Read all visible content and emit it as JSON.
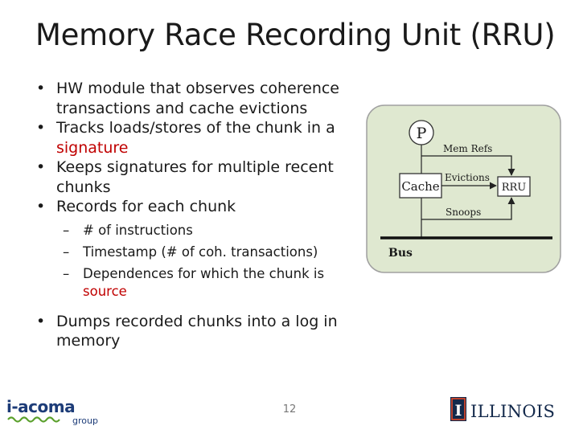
{
  "slide": {
    "title": "Memory Race Recording Unit (RRU)",
    "page_number": "12"
  },
  "bullets": [
    {
      "line1": "HW module that observes coherence",
      "line2": "transactions and cache evictions"
    },
    {
      "line1": "Tracks loads/stores of the chunk in a",
      "line2_red": "signature"
    },
    {
      "line1": "Keeps signatures for multiple recent",
      "line2": "chunks"
    },
    {
      "line1": "Records for each chunk"
    },
    {
      "line1": "Dumps recorded chunks into a log in",
      "line2": "memory"
    }
  ],
  "sub_bullets": [
    {
      "text": "# of instructions"
    },
    {
      "text": "Timestamp (# of coh. transactions)"
    },
    {
      "line1": "Dependences for which the chunk is",
      "line2_red": "source"
    }
  ],
  "diagram": {
    "processor": "P",
    "cache": "Cache",
    "rru": "RRU",
    "mem_refs": "Mem Refs",
    "evictions": "Evictions",
    "snoops": "Snoops",
    "bus": "Bus"
  },
  "logos": {
    "left_main": "i-acoma",
    "left_sub": "group",
    "right": "ILLINOIS",
    "right_mark": "I"
  },
  "colors": {
    "diagram_fill": "#dfe8d0",
    "diagram_border": "#a0a0a0",
    "accent_red": "#c00000",
    "acoma_green": "#5aa02c",
    "acoma_blue": "#1d3c78",
    "illinois_navy": "#13294b",
    "illinois_orange": "#e84a27"
  }
}
